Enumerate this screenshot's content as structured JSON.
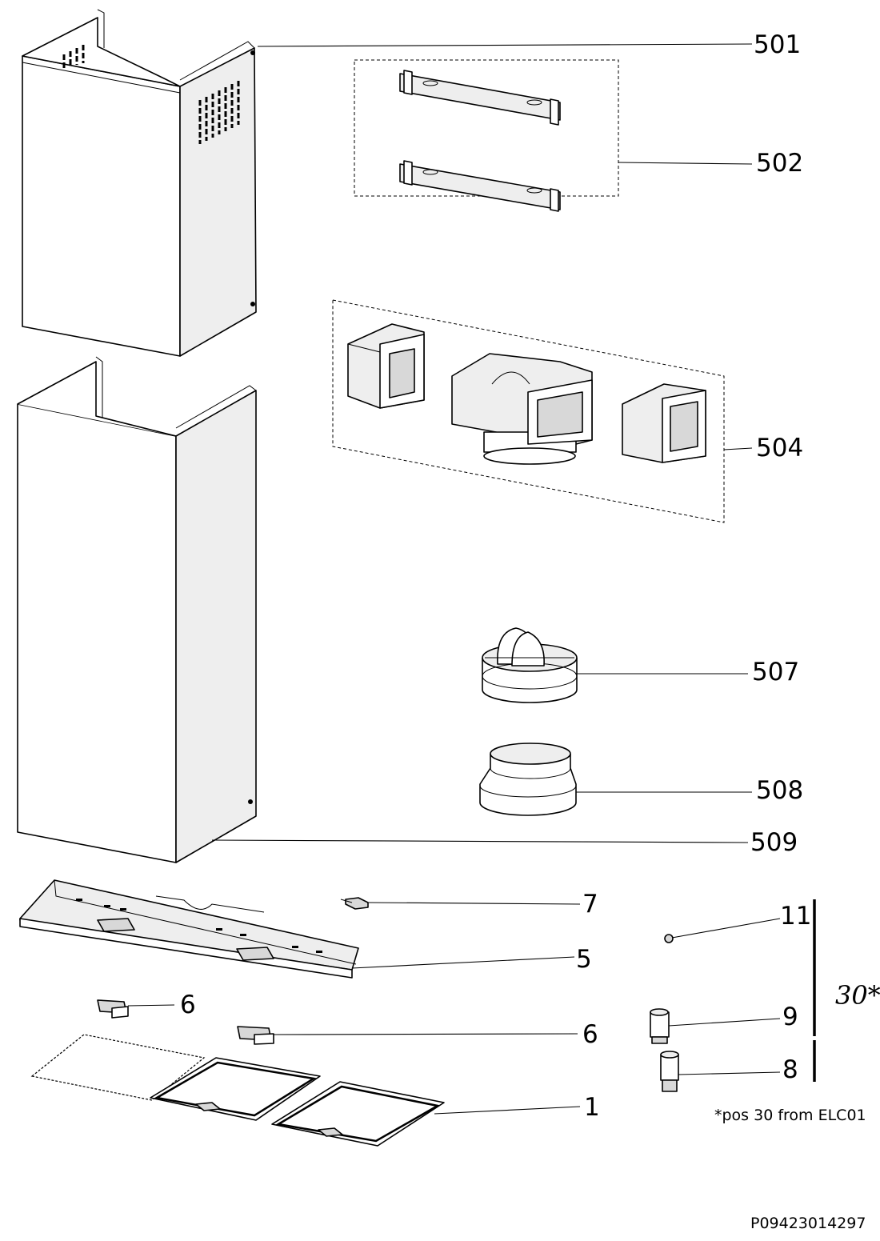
{
  "labels": {
    "p501": "501",
    "p502": "502",
    "p504": "504",
    "p507": "507",
    "p508": "508",
    "p509": "509",
    "p7": "7",
    "p5": "5",
    "p6a": "6",
    "p6b": "6",
    "p1": "1",
    "p11": "11",
    "p9": "9",
    "p8": "8"
  },
  "group_note": "30*",
  "footnote": "*pos 30 from ELC01",
  "drawing_code": "P09423014297"
}
